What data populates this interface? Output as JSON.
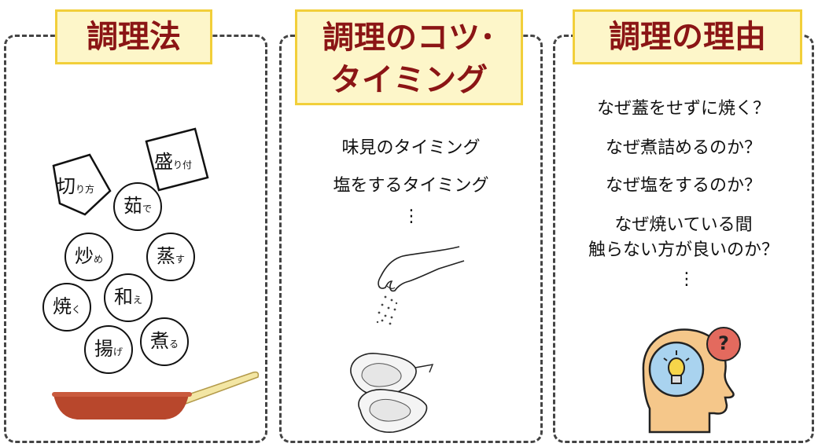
{
  "panels": [
    {
      "title": "調理法"
    },
    {
      "title_line1": "調理のコツ･",
      "title_line2": "タイミング",
      "lines": [
        "味見のタイミング",
        "塩をするタイミング"
      ],
      "ellipsis": "⋮"
    },
    {
      "title": "調理の理由",
      "lines": [
        "なぜ蓋をせずに焼く？",
        "なぜ煮詰めるのか？",
        "なぜ塩をするのか？",
        "なぜ焼いている間",
        "触らない方が良いのか？"
      ],
      "ellipsis": "⋮"
    }
  ],
  "methods": [
    {
      "big": "切",
      "small": "り方"
    },
    {
      "big": "盛",
      "small": "り付"
    },
    {
      "big": "茹",
      "small": "で"
    },
    {
      "big": "炒",
      "small": "め"
    },
    {
      "big": "蒸",
      "small": "す"
    },
    {
      "big": "和",
      "small": "え"
    },
    {
      "big": "焼",
      "small": "く"
    },
    {
      "big": "揚",
      "small": "げ"
    },
    {
      "big": "煮",
      "small": "る"
    }
  ],
  "question_mark": "?",
  "colors": {
    "title_bg": "#fdf6c9",
    "title_border": "#f2cf3a",
    "title_text": "#8b1515",
    "pan": "#b8472c",
    "handle": "#f3e6a4",
    "question_circle": "#e36a5e",
    "head": "#f5c78a"
  }
}
